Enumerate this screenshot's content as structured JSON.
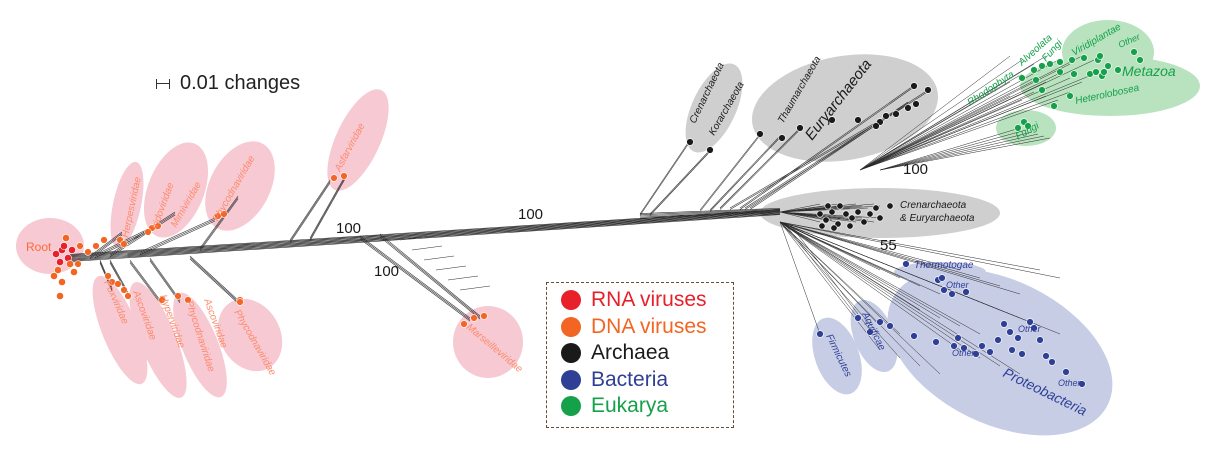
{
  "scale_bar": {
    "label": "0.01 changes",
    "icon": "scale-bar-icon"
  },
  "bootstrap": {
    "b1": "100",
    "b2": "100",
    "b3": "100",
    "b4": "100",
    "b5": "55"
  },
  "legend": [
    {
      "label": "RNA viruses",
      "color": "#e8202a"
    },
    {
      "label": "DNA viruses",
      "color": "#f26522"
    },
    {
      "label": "Archaea",
      "color": "#1a1a1a"
    },
    {
      "label": "Bacteria",
      "color": "#2e3f96"
    },
    {
      "label": "Eukarya",
      "color": "#15a14a"
    }
  ],
  "colors": {
    "virus_bg": "#f6c9d3",
    "archaea_bg": "#cfcfcf",
    "bacteria_bg": "#c8cde6",
    "eukarya_bg": "#b9e2bf"
  },
  "groups": {
    "root": "Root",
    "herpes": "Herpesviridae",
    "iridoviridae": "Iridoviridae",
    "mimiviridae": "Mimiviridae",
    "asfarviridae": "Asfarviridae",
    "phycodnaviridae": "Phycodnaviridae",
    "poxviridae": "Poxviridae",
    "ascovirus": "Ascoviridae",
    "hyperviridae": "Hyperviridae",
    "phyco2": "Phycodnaviridae",
    "ascoviridae2": "Ascoviridae",
    "marseilleviridae": "Marseilleviridae",
    "phycodnaviridae3": "Phycodnaviridae",
    "crenarchaeota": "Crenarchaeota",
    "korarchaeota": "Korarchaeota",
    "thaumarchaeota": "Thaumarchaeota",
    "euryarchaeota": "Euryarchaeota",
    "cren_eury_1": "Crenarchaeota",
    "cren_eury_2": "& Euryarchaeota",
    "thermotogae": "Thermotogae",
    "other_b1": "Other",
    "aquificae": "Aquificae",
    "firmicutes": "Firmicutes",
    "other_b2": "Other",
    "other_b3": "Other",
    "other_b4": "Other",
    "proteobacteria": "Proteobacteria",
    "rhodophyta": "Rhodophyta",
    "alveolata": "Alveolata",
    "fungi_top": "Fungi",
    "viridiplantae": "Viridiplantae",
    "other_e": "Other",
    "metazoa": "Metazoa",
    "heterolobosea": "Heterolobosea",
    "fungi": "Fungi"
  }
}
